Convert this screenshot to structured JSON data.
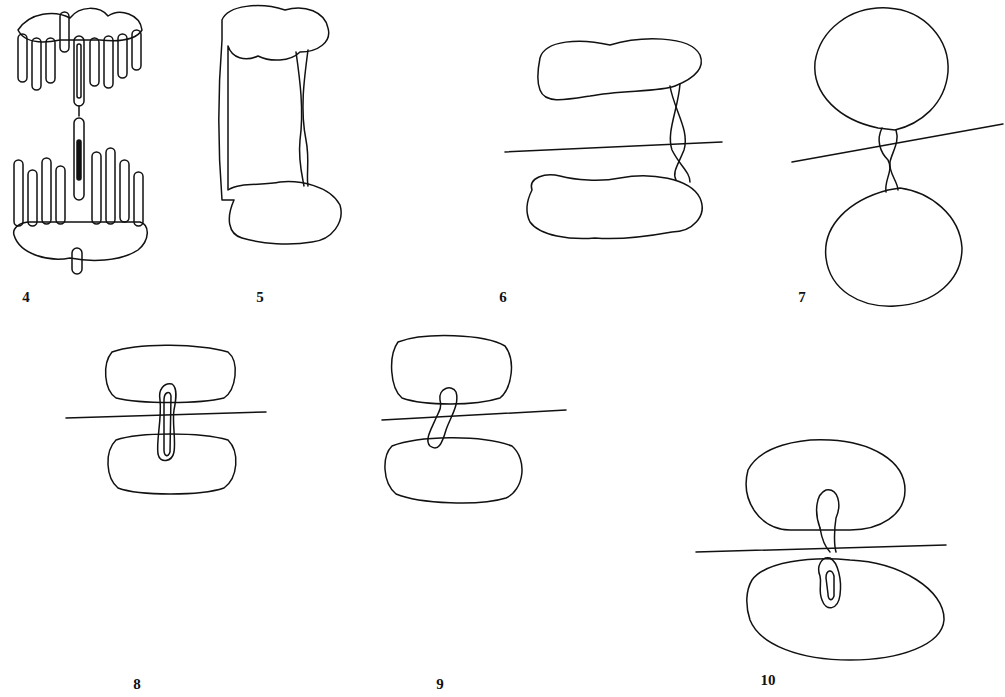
{
  "diagram": {
    "labels": [
      "4",
      "5",
      "6",
      "7",
      "8",
      "9",
      "10"
    ]
  }
}
